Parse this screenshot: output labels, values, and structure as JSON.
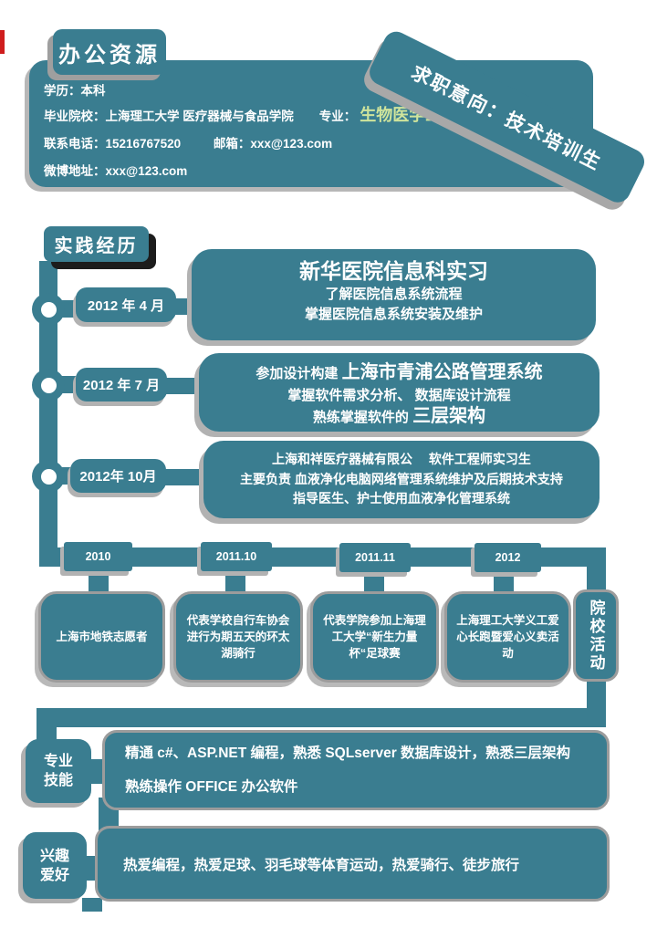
{
  "colors": {
    "accent_teal": "#3a7d90",
    "shadow_gray": "#b2b2b2",
    "border_gray": "#9c9c9c",
    "major_green": "#cfe49c",
    "red_mark": "#cf1d1d",
    "practice_shadow_black": "#1c1c1c"
  },
  "header": {
    "badge": "办公资源",
    "banner": "求职意向：技术培训生"
  },
  "profile": {
    "education_label": "学历：",
    "education": "本科",
    "school_label": "毕业院校：",
    "school": "上海理工大学 医疗器械与食品学院",
    "major_label": "专业：",
    "major": "生物医学工程",
    "phone_label": "联系电话：",
    "phone": "15216767520",
    "email_label": "邮箱：",
    "email": "xxx@123.com",
    "weibo_label": "微博地址：",
    "weibo": "xxx@123.com"
  },
  "practice": {
    "title": "实践经历",
    "items": [
      {
        "date": "2012 年 4 月",
        "title": "新华医院信息科实习",
        "line1": "了解医院信息系统流程",
        "line2": "掌握医院信息系统安装及维护"
      },
      {
        "date": "2012 年 7 月",
        "title_prefix": "参加设计构建 ",
        "title_main": "上海市青浦公路管理系统",
        "line1": "掌握软件需求分析、 数据库设计流程",
        "line2_prefix": "熟练掌握软件的 ",
        "line2_em": "三层架构"
      },
      {
        "date": "2012年 10月",
        "line1": "上海和祥医疗器械有限公　 软件工程师实习生",
        "line2": "主要负责 血液净化电脑网络管理系统维护及后期技术支持",
        "line3": "指导医生、护士使用血液净化管理系统"
      }
    ]
  },
  "activities": {
    "side_label": "院校活动",
    "items": [
      {
        "year": "2010",
        "text": "上海市地铁志愿者"
      },
      {
        "year": "2011.10",
        "text": "代表学校自行车协会进行为期五天的环太湖骑行"
      },
      {
        "year": "2011.11",
        "text": "代表学院参加上海理工大学“新生力量杯“足球赛"
      },
      {
        "year": "2012",
        "text": "上海理工大学义工爱心长跑暨爱心义卖活动"
      }
    ]
  },
  "skills": {
    "label_line1": "专业",
    "label_line2": "技能",
    "para1": "精通 c#、ASP.NET 编程，熟悉 SQLserver 数据库设计，熟悉三层架构",
    "para2": "熟练操作 OFFICE 办公软件"
  },
  "interests": {
    "label_line1": "兴趣",
    "label_line2": "爱好",
    "text": "热爱编程，热爱足球、羽毛球等体育运动，热爱骑行、徒步旅行"
  }
}
